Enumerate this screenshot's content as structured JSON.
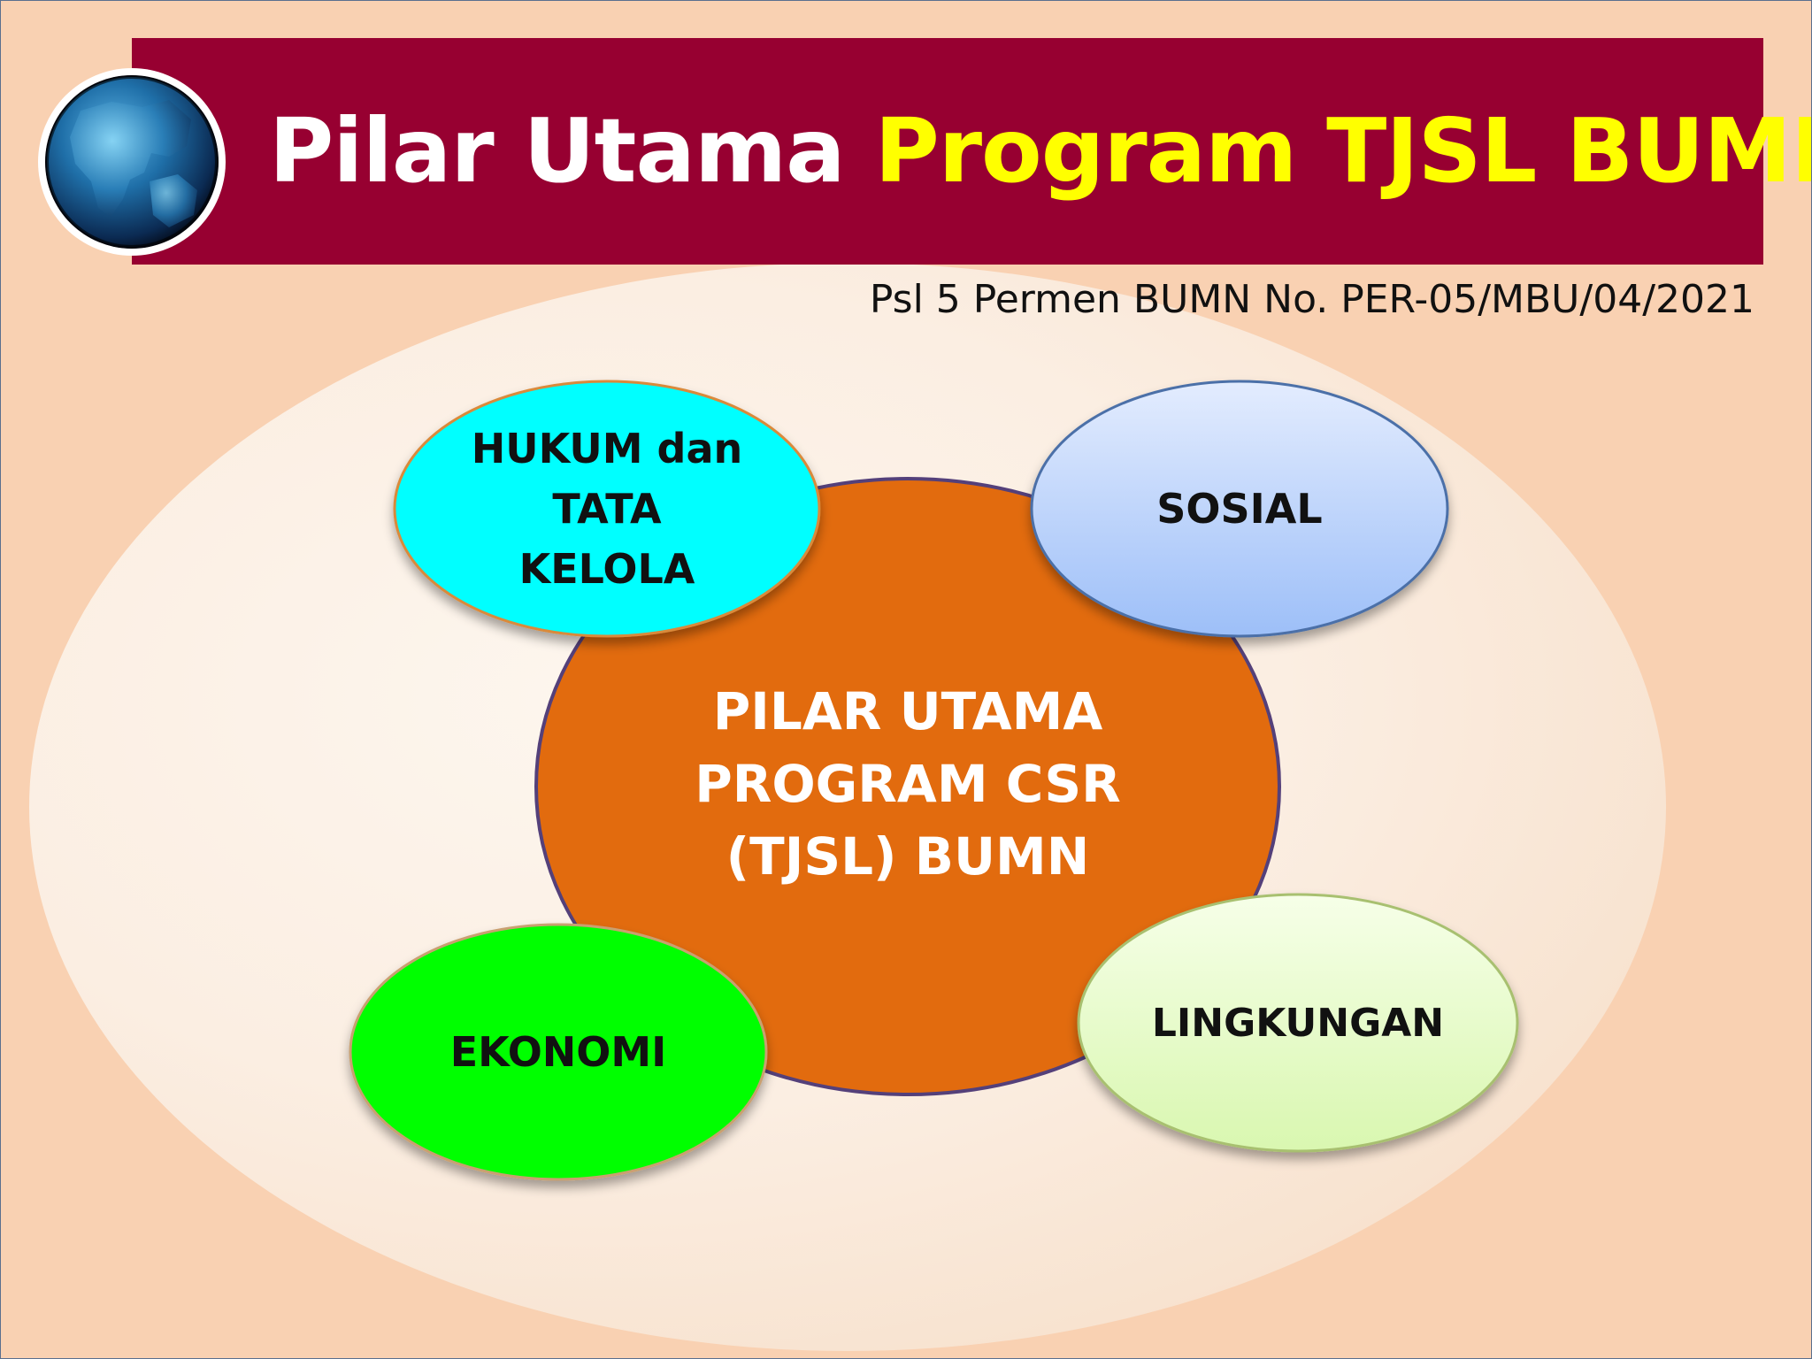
{
  "slide": {
    "title_white": "Pilar Utama",
    "title_yellow": "Program TJSL BUMN",
    "subtitle": "Psl 5 Permen BUMN No. PER-05/MBU/04/2021"
  },
  "diagram": {
    "center": {
      "lines": [
        "PILAR UTAMA",
        "PROGRAM CSR",
        "(TJSL) BUMN"
      ],
      "color": "#e26b0e"
    },
    "pillars": {
      "hukum": {
        "lines": [
          "HUKUM dan",
          "TATA",
          "KELOLA"
        ],
        "color": "#00ffff"
      },
      "sosial": {
        "lines": [
          "SOSIAL"
        ],
        "color": "#b4cdfa"
      },
      "ekonomi": {
        "lines": [
          "EKONOMI"
        ],
        "color": "#00ff00"
      },
      "lingkungan": {
        "lines": [
          "LINGKUNGAN"
        ],
        "color": "#e6fcc8"
      }
    }
  },
  "colors": {
    "banner": "#970031",
    "title_white": "#ffffff",
    "title_yellow": "#ffff00",
    "background": "#f9d1b2"
  },
  "icons": {
    "logo": "globe-icon"
  }
}
